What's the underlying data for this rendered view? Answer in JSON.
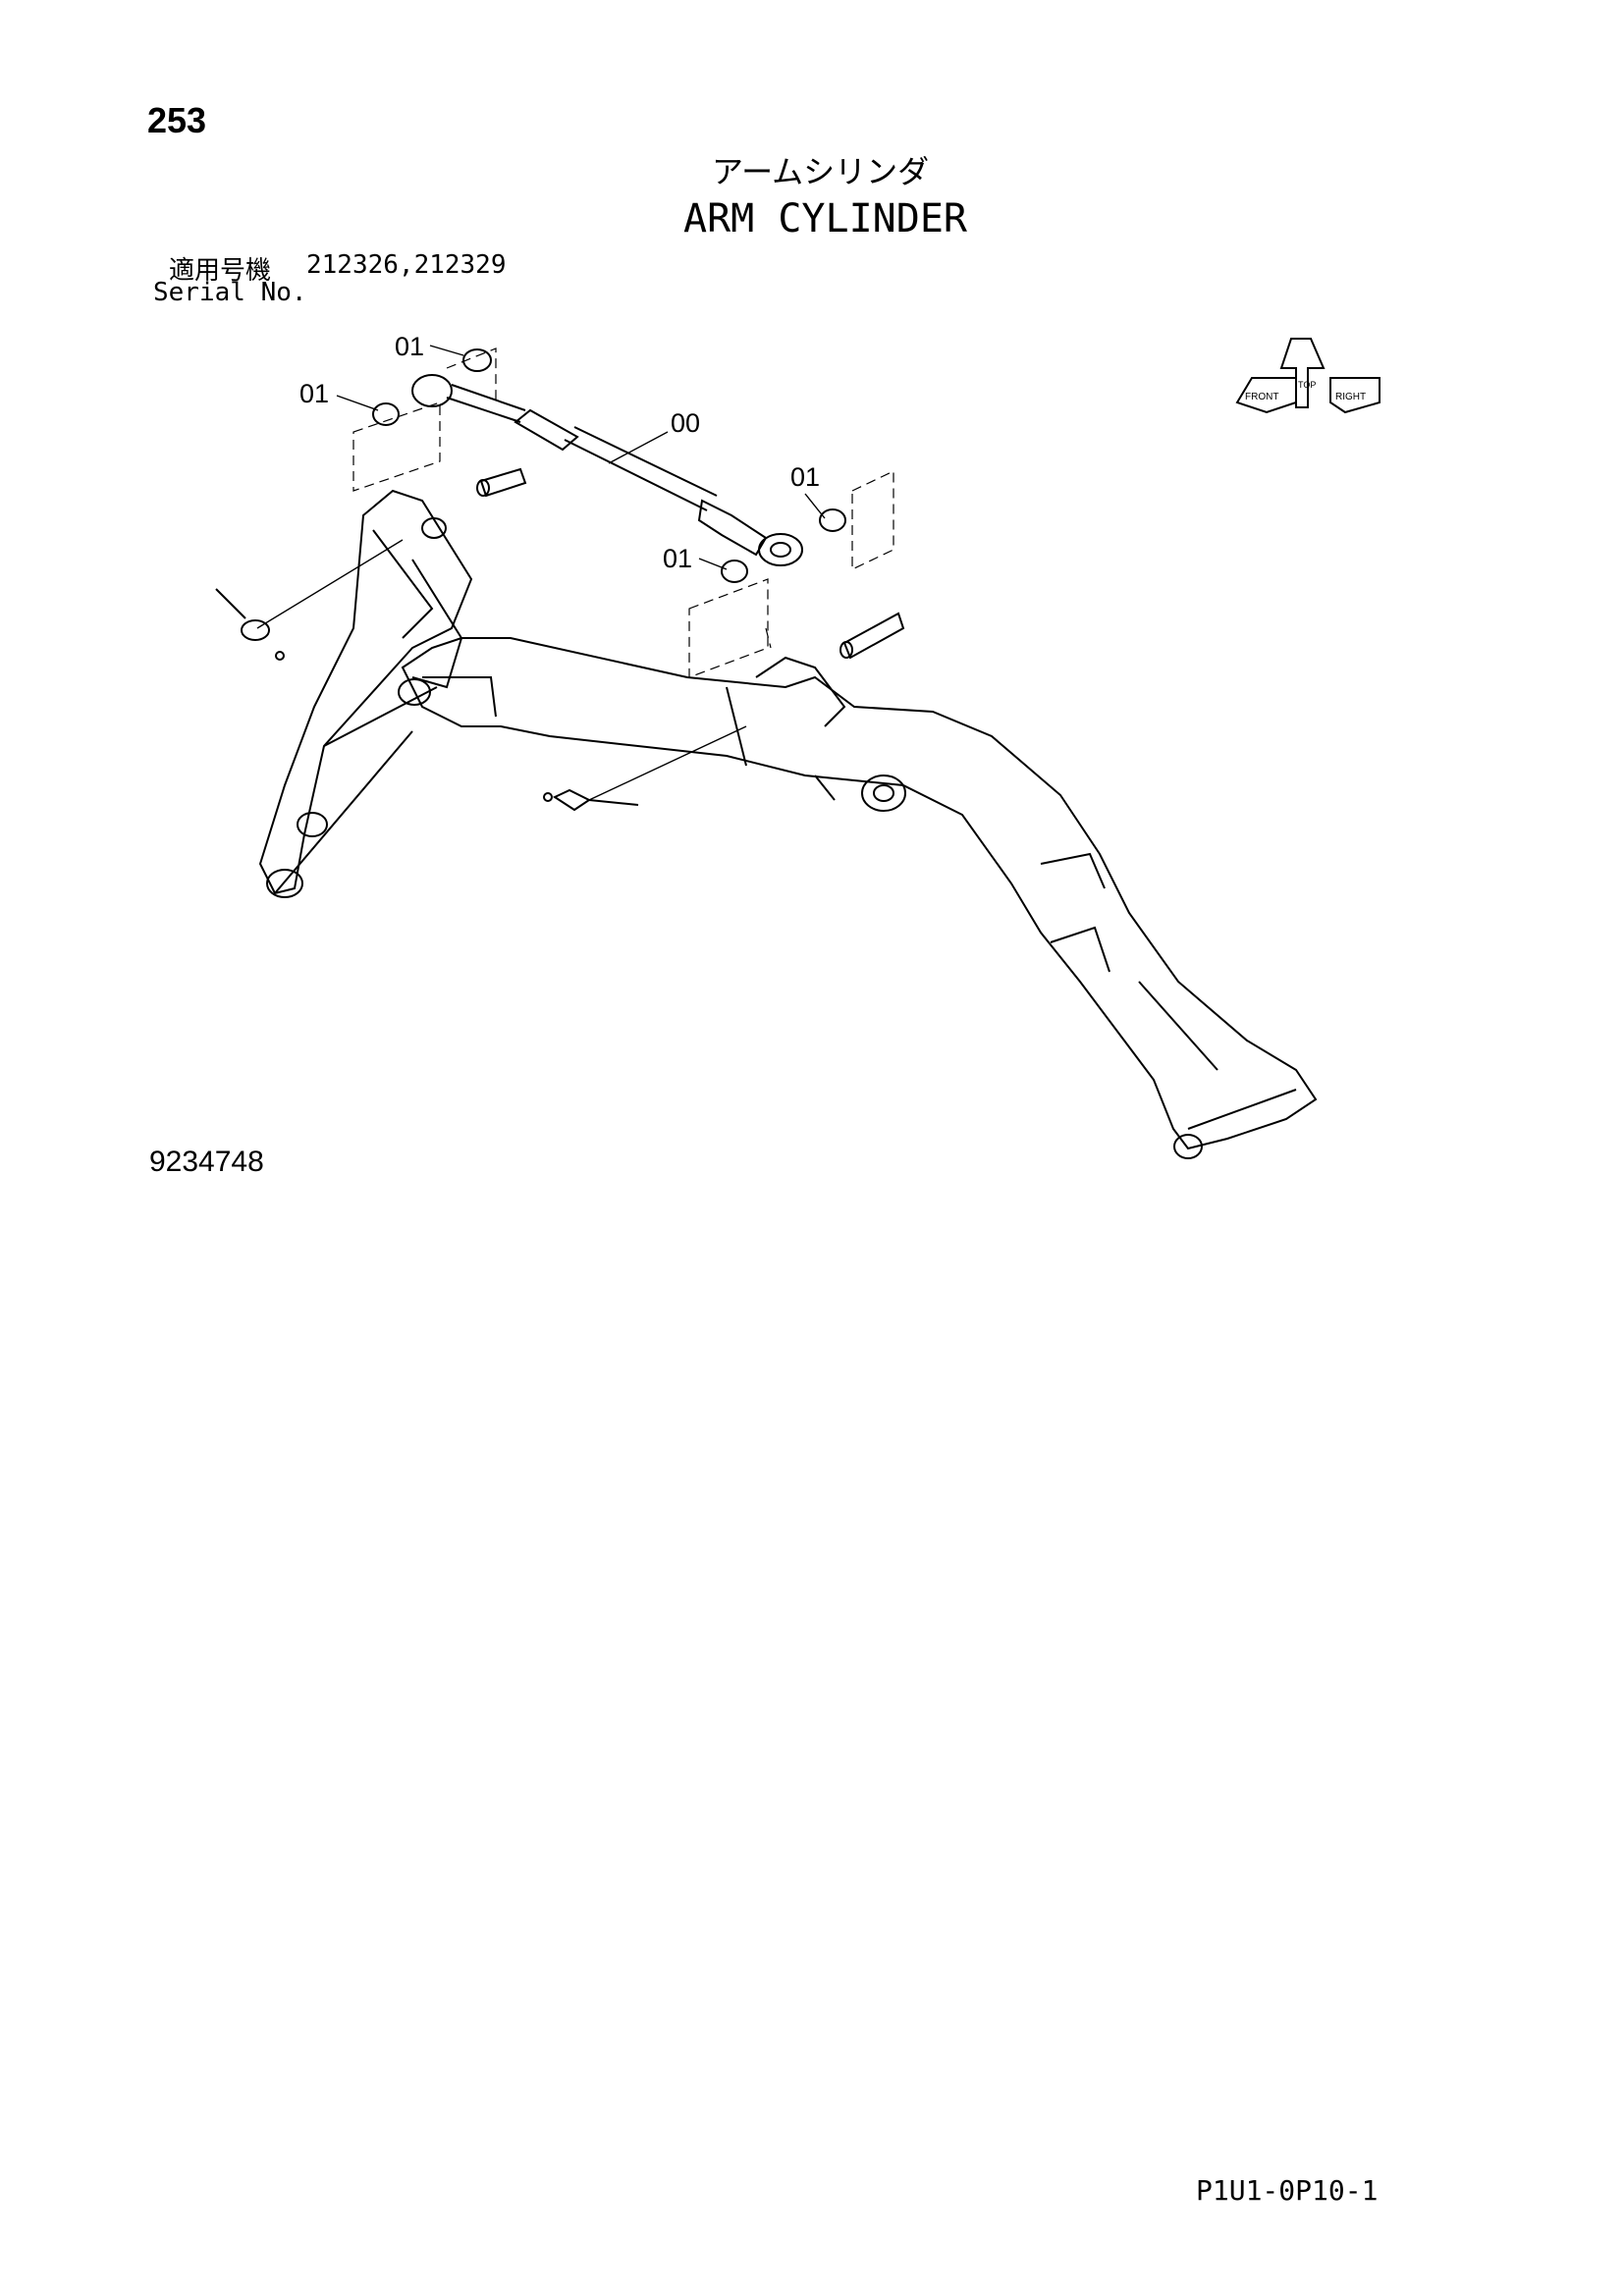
{
  "page_number": "253",
  "title": {
    "japanese": "アームシリンダ",
    "english": "ARM CYLINDER"
  },
  "serial": {
    "label_jp": "適用号機",
    "values": "212326,212329",
    "label_en": "Serial No."
  },
  "callouts": [
    "01",
    "01",
    "00",
    "01",
    "01"
  ],
  "orientation_badge": {
    "labels": [
      "FRONT",
      "TOP",
      "RIGHT"
    ]
  },
  "drawing_number": "9234748",
  "footer_code": "P1U1-0P10-1"
}
